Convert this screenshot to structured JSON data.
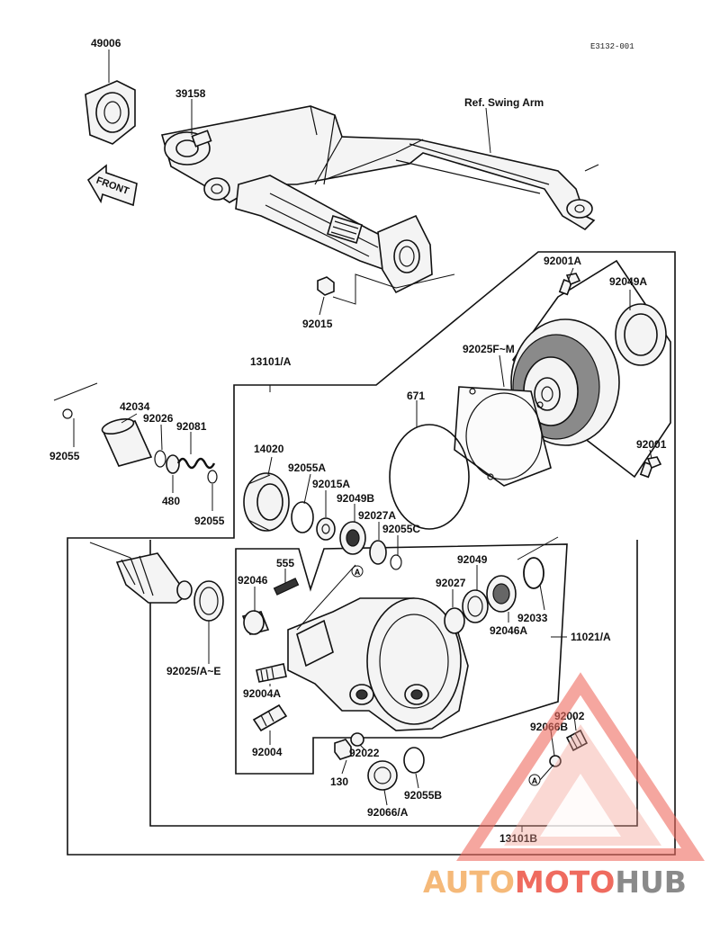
{
  "drawing_code": "E3132-001",
  "reference_text": "Ref. Swing Arm",
  "front_label": "FRONT",
  "part_labels": {
    "p49006": "49006",
    "p39158": "39158",
    "p92015": "92015",
    "p13101A": "13101/A",
    "p92001A": "92001A",
    "p92049A": "92049A",
    "p92025F": "92025F~M",
    "p671": "671",
    "p92001": "92001",
    "p42034": "42034",
    "p92026": "92026",
    "p92081": "92081",
    "p92055_left": "92055",
    "p480": "480",
    "p92055_b": "92055",
    "p14020": "14020",
    "p92055A": "92055A",
    "p92015A": "92015A",
    "p92049B": "92049B",
    "p92027A": "92027A",
    "p92055C": "92055C",
    "p555": "555",
    "p92046": "92046",
    "p92049": "92049",
    "p92027": "92027",
    "p92033": "92033",
    "p92046A": "92046A",
    "p11021A": "11021/A",
    "p92025AE": "92025/A~E",
    "p92004A": "92004A",
    "p92004": "92004",
    "p92022": "92022",
    "p130": "130",
    "p92055B": "92055B",
    "p92066A": "92066/A",
    "p92002": "92002",
    "p92066B": "92066B",
    "p13101B": "13101B"
  },
  "callout_marker": "A",
  "watermark": {
    "part1": "AUTO",
    "part2": "MOTO",
    "part3": "HUB",
    "color_light": "#f5b979",
    "color_mid": "#ef6b5f",
    "color_dark": "#8a8a8a"
  }
}
